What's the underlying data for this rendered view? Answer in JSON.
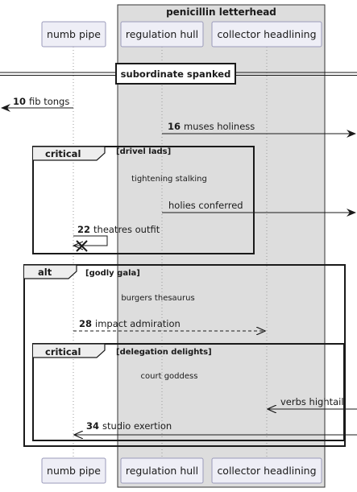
{
  "group": {
    "title": "penicillin letterhead"
  },
  "participants": [
    {
      "id": "numb",
      "label": "numb pipe"
    },
    {
      "id": "reg",
      "label": "regulation hull"
    },
    {
      "id": "coll",
      "label": "collector headlining"
    }
  ],
  "divider": {
    "label": "subordinate spanked"
  },
  "messages": {
    "m10": {
      "num": "10",
      "text": "fib tongs"
    },
    "m16": {
      "num": "16",
      "text": "muses holiness"
    },
    "m_holies": {
      "text": "holies conferred"
    },
    "m22": {
      "num": "22",
      "text": "theatres outfit"
    },
    "m28": {
      "num": "28",
      "text": "impact admiration"
    },
    "m_verbs": {
      "text": "verbs hightail"
    },
    "m34": {
      "num": "34",
      "text": "studio exertion"
    }
  },
  "fragments": {
    "critical1": {
      "keyword": "critical",
      "guard": "[drivel lads]",
      "note": "tightening stalking"
    },
    "alt": {
      "keyword": "alt",
      "guard": "[godly gala]",
      "note": "burgers thesaurus"
    },
    "critical2": {
      "keyword": "critical",
      "guard": "[delegation delights]",
      "note": "court goddess"
    }
  },
  "colors": {
    "participant_fill": "#eeeef6",
    "participant_border": "#9b9bbb",
    "group_fill": "#dddddd",
    "lifeline": "#9a9a9a",
    "line": "#1a1a1a",
    "destroy": "#1a1a1a"
  }
}
